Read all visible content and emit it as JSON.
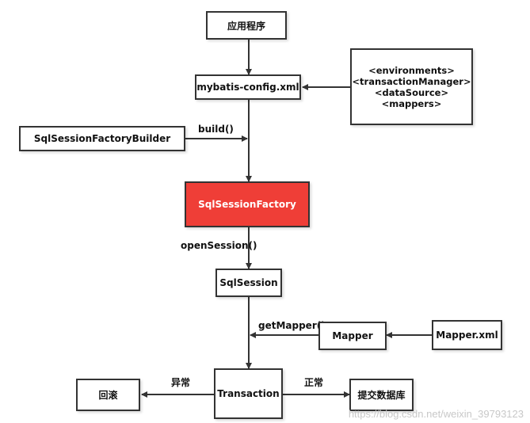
{
  "nodes": {
    "app": "应用程序",
    "config": "mybatis-config.xml",
    "config_children": [
      "<environments>",
      "<transactionManager>",
      "<dataSource>",
      "<mappers>"
    ],
    "builder": "SqlSessionFactoryBuilder",
    "factory": "SqlSessionFactory",
    "session": "SqlSession",
    "mapper": "Mapper",
    "mapper_xml": "Mapper.xml",
    "transaction": "Transaction",
    "rollback": "回滚",
    "commit": "提交数据库"
  },
  "edges": {
    "build": "build()",
    "open_session": "openSession()",
    "get_mapper": "getMapper()",
    "exception": "异常",
    "normal": "正常"
  },
  "colors": {
    "factory_fill": "#ef3e37",
    "line": "#333333"
  },
  "watermark": "https://blog.csdn.net/weixin_39793123"
}
